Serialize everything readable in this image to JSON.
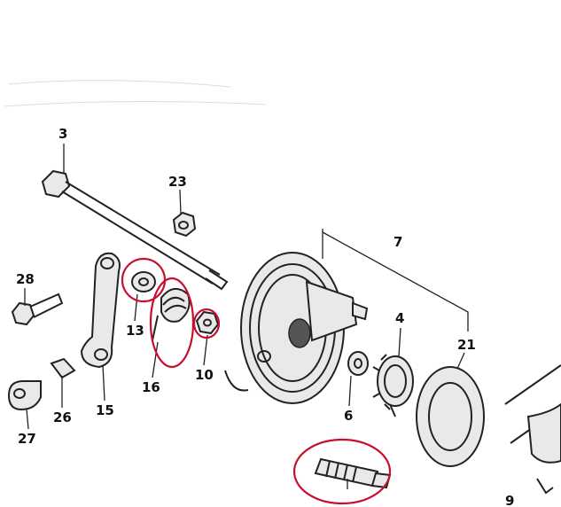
{
  "labels": {
    "l3": "3",
    "l23": "23",
    "l7": "7",
    "l28": "28",
    "l13": "13",
    "l4": "4",
    "l21": "21",
    "l16": "16",
    "l10": "10",
    "l15": "15",
    "l6": "6",
    "l26": "26",
    "l27": "27",
    "l9": "9"
  },
  "colors": {
    "callout": "#c8102e",
    "line": "#222222",
    "background": "#ffffff"
  }
}
